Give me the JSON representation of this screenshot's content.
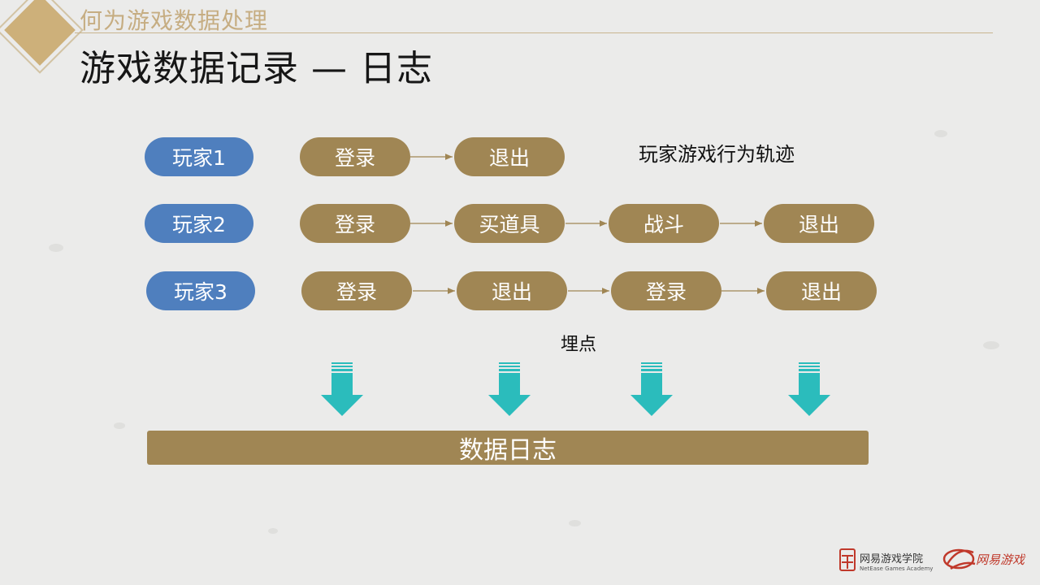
{
  "header": {
    "section_title": "何为游戏数据处理",
    "main_title": "游戏数据记录 — 日志"
  },
  "players": [
    {
      "label": "玩家1",
      "actions": [
        "登录",
        "退出"
      ]
    },
    {
      "label": "玩家2",
      "actions": [
        "登录",
        "买道具",
        "战斗",
        "退出"
      ]
    },
    {
      "label": "玩家3",
      "actions": [
        "登录",
        "退出",
        "登录",
        "退出"
      ]
    }
  ],
  "annotations": {
    "trajectory": "玩家游戏行为轨迹",
    "tracking": "埋点"
  },
  "log_bar": "数据日志",
  "footer": {
    "academy_name": "网易游戏学院",
    "academy_sub": "NetEase Games Academy",
    "brand": "网易游戏"
  },
  "colors": {
    "player_pill": "#4f7fbe",
    "action_pill": "#a08654",
    "down_arrow": "#2bbcbc",
    "accent": "#c6ad82"
  }
}
